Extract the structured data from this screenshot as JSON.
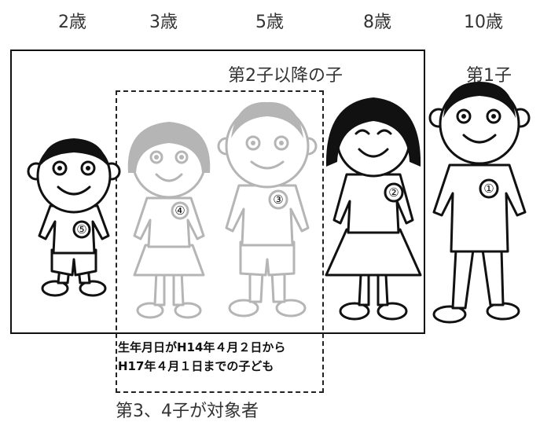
{
  "ages": [
    "2歳",
    "3歳",
    "5歳",
    "8歳",
    "10歳"
  ],
  "group_label": "第2子以降の子",
  "first_child_label": "第1子",
  "criteria": {
    "line1": "生年月日がH14年４月２日から",
    "line2": "H17年４月１日までの子ども"
  },
  "caption": "第3、4子が対象者",
  "children": [
    {
      "number": "⑤",
      "age": "2歳",
      "faded": false
    },
    {
      "number": "④",
      "age": "3歳",
      "faded": true
    },
    {
      "number": "③",
      "age": "5歳",
      "faded": true
    },
    {
      "number": "②",
      "age": "8歳",
      "faded": false
    },
    {
      "number": "①",
      "age": "10歳",
      "faded": false
    }
  ]
}
